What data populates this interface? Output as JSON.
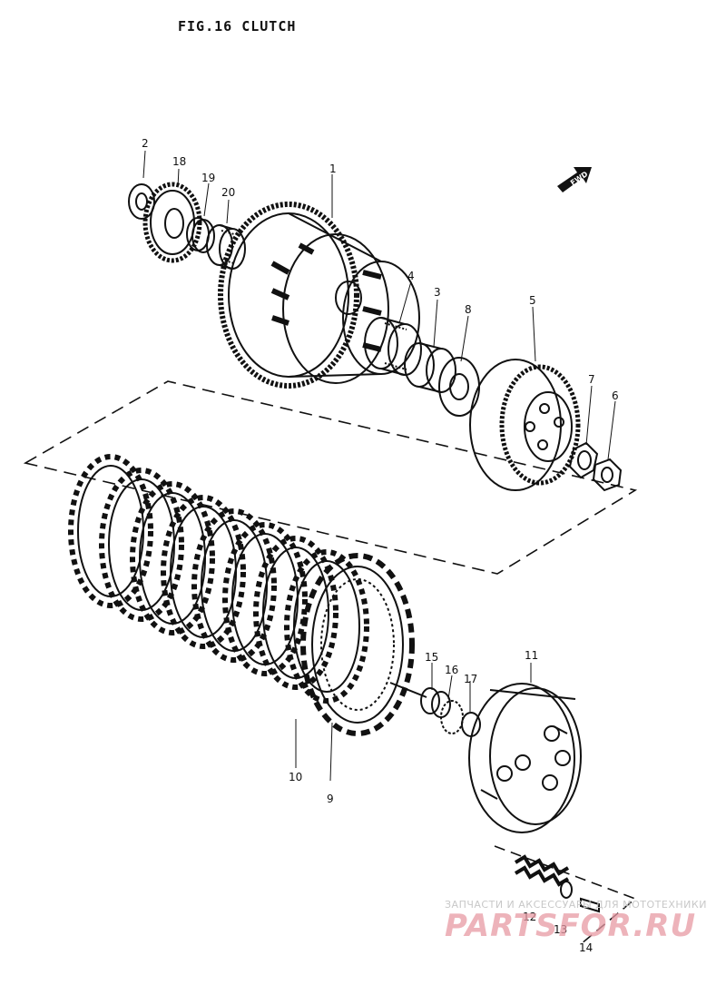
{
  "title": "FIG.16  CLUTCH",
  "fwd_label": "FWD",
  "callouts": {
    "c1": "1",
    "c2": "2",
    "c3": "3",
    "c4": "4",
    "c5": "5",
    "c6": "6",
    "c7": "7",
    "c8": "8",
    "c9": "9",
    "c10": "10",
    "c11": "11",
    "c12": "12",
    "c13": "13",
    "c14": "14",
    "c15": "15",
    "c16": "16",
    "c17": "17",
    "c18": "18",
    "c19": "19",
    "c20": "20"
  },
  "watermark": {
    "caption": "ЗАПЧАСТИ И АКСЕССУАРЫ ДЛЯ МОТОТЕХНИКИ",
    "brand": "PARTSFOR.RU"
  }
}
